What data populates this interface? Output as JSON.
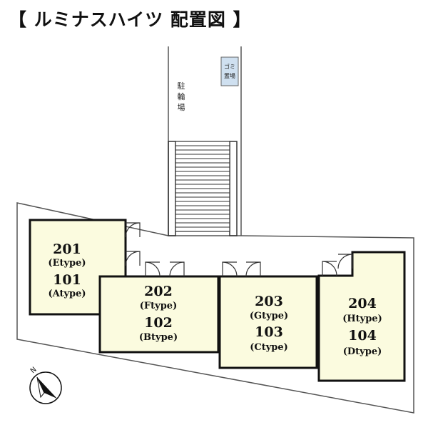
{
  "title": "【 ルミナスハイツ 配置図 】",
  "bicycle_parking_label": [
    "駐",
    "輪",
    "場"
  ],
  "garbage_label": [
    "ゴミ",
    "置場"
  ],
  "north_label": "N",
  "units": [
    {
      "upper": "201",
      "upper_type": "(Etype)",
      "lower": "101",
      "lower_type": "(Atype)"
    },
    {
      "upper": "202",
      "upper_type": "(Ftype)",
      "lower": "102",
      "lower_type": "(Btype)"
    },
    {
      "upper": "203",
      "upper_type": "(Gtype)",
      "lower": "103",
      "lower_type": "(Ctype)"
    },
    {
      "upper": "204",
      "upper_type": "(Htype)",
      "lower": "104",
      "lower_type": "(Dtype)"
    }
  ],
  "colors": {
    "unit_fill": "#fbfbdf",
    "line": "#111111",
    "garbage_fill": "#cfe0f0"
  }
}
